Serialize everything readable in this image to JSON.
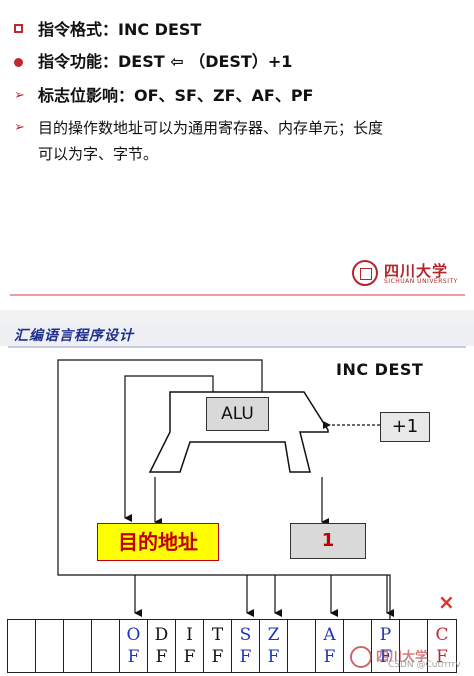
{
  "slide1": {
    "items": [
      {
        "label": "指令格式：INC   DEST"
      },
      {
        "label": "指令功能：DEST  ⇦ （DEST）+1"
      },
      {
        "label": "标志位影响：OF、SF、ZF、AF、PF"
      },
      {
        "label_line1": "目的操作数地址可以为通用寄存器、内存单元；长度",
        "label_line2": "可以为字、字节。"
      }
    ],
    "logo": {
      "cn": "四川大学",
      "en": "SICHUAN UNIVERSITY"
    }
  },
  "slide2": {
    "header_title": "汇编语言程序设计",
    "inc_label": "INC   DEST",
    "alu_label": "ALU",
    "plus1_label": "+1",
    "dest_label": "目的地址",
    "one_label": "1",
    "close_glyph": "×",
    "flags": [
      {
        "l1": "",
        "l2": ""
      },
      {
        "l1": "",
        "l2": ""
      },
      {
        "l1": "",
        "l2": ""
      },
      {
        "l1": "",
        "l2": ""
      },
      {
        "l1": "O",
        "l2": "F",
        "color": "#1f35b5"
      },
      {
        "l1": "D",
        "l2": "F",
        "color": "#111111"
      },
      {
        "l1": "I",
        "l2": "F",
        "color": "#111111"
      },
      {
        "l1": "T",
        "l2": "F",
        "color": "#111111"
      },
      {
        "l1": "S",
        "l2": "F",
        "color": "#1f35b5"
      },
      {
        "l1": "Z",
        "l2": "F",
        "color": "#1f35b5"
      },
      {
        "l1": "",
        "l2": ""
      },
      {
        "l1": "A",
        "l2": "F",
        "color": "#1f35b5"
      },
      {
        "l1": "",
        "l2": ""
      },
      {
        "l1": "P",
        "l2": "F",
        "color": "#1f35b5"
      },
      {
        "l1": "",
        "l2": ""
      },
      {
        "l1": "C",
        "l2": "F",
        "color": "#c0282e"
      }
    ],
    "watermark": {
      "cn": "四川大学",
      "text": "CSDN @Cutrrrrv"
    }
  },
  "colors": {
    "accent_red": "#c0282e",
    "flag_blue": "#1f35b5",
    "dest_yellow": "#ffff00"
  }
}
